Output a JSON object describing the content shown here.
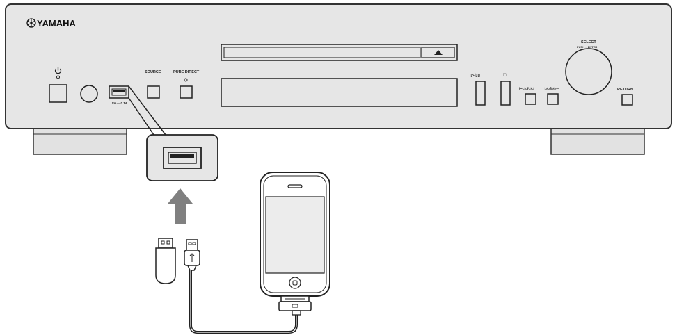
{
  "device": {
    "brand": "YAMAHA",
    "labels": {
      "source": "SOURCE",
      "pure_direct": "PURE DIRECT",
      "usb_rating": "5V ▬ 0.1A",
      "play_pause": "▷/▯▯",
      "stop": "□",
      "skip_back": "⊢◁◁/◁◁",
      "skip_fwd": "▷▷/▷▷⊣",
      "select": "SELECT",
      "push_enter": "PUSH ━ ENTER",
      "return": "RETURN",
      "eject": "▲"
    }
  },
  "colors": {
    "panel": "#e6e6e6",
    "feet": "#e2e2e2",
    "stroke": "#333333",
    "screen": "#ececec",
    "arrow": "#808080"
  }
}
